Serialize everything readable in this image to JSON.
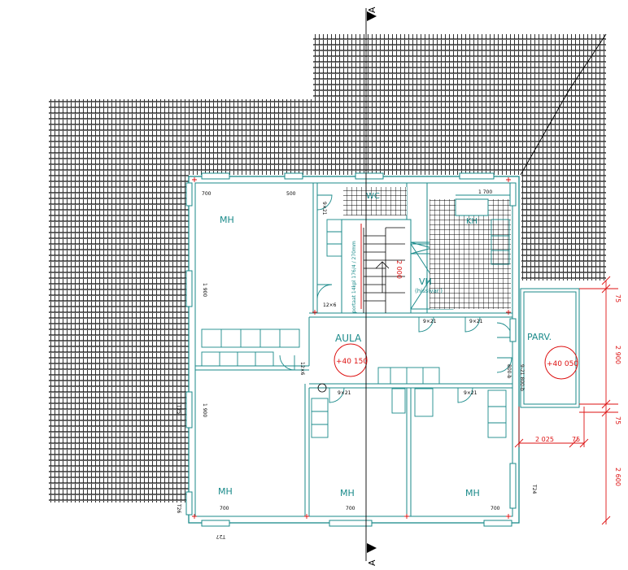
{
  "section_marker": "A",
  "rooms": {
    "mh_top_left": "MH",
    "mh_bottom_left": "MH",
    "mh_bottom_mid": "MH",
    "mh_bottom_right": "MH",
    "aula": "AULA",
    "parv": "PARV.",
    "wc": "WC",
    "kh": "KH",
    "vh": "VH",
    "hissivar": "(hissivar.)"
  },
  "levels": {
    "aula": "+40 150",
    "parv": "+40 050"
  },
  "stair": {
    "rise": "2 000",
    "note": "portaat 14kpl 176/4 / 270mm"
  },
  "dimensions": {
    "right_a": "75",
    "right_b": "2 900",
    "right_c": "75",
    "right_d": "2 600",
    "horiz_a": "2 025",
    "horiz_b": "75"
  },
  "window_marks": {
    "top_700": "700",
    "top_500": "500",
    "top_1700": "1 700",
    "bot_700a": "700",
    "bot_700b": "700",
    "bot_700c": "700",
    "left_1900a": "1 900",
    "left_1900b": "1 900",
    "right_tag": "800-b",
    "right_tag2": "9-21 800-b"
  },
  "door_marks": {
    "d1": "9×21",
    "d2": "9×21",
    "d3": "9×21",
    "d4": "9×21",
    "d5": "12×6",
    "d6": "12×6",
    "d7": "9×21"
  },
  "wall_tags": {
    "t1": "T26",
    "t2": "T25",
    "t3": "T27",
    "t4": "T24"
  }
}
